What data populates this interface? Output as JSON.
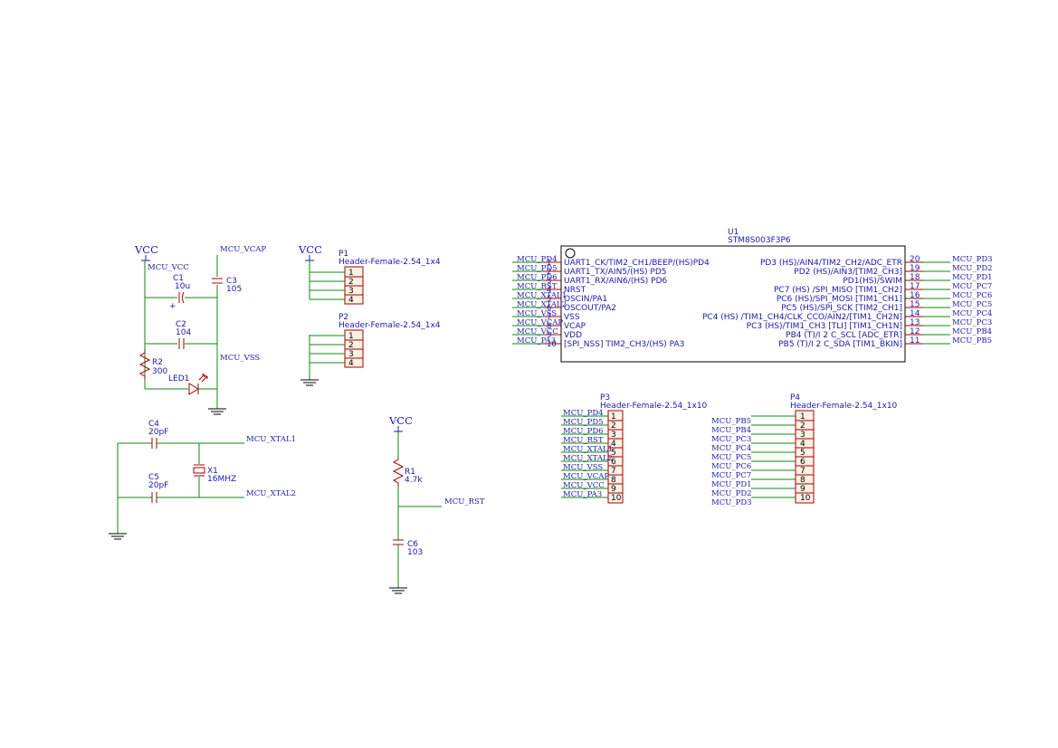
{
  "power": {
    "vcc": "VCC"
  },
  "nets": {
    "mcu_vcc": "MCU_VCC",
    "mcu_vcap": "MCU_VCAP",
    "mcu_vss": "MCU_VSS",
    "mcu_xtal1": "MCU_XTAL1",
    "mcu_xtal2": "MCU_XTAL2",
    "mcu_rst": "MCU_RST"
  },
  "components": {
    "c1": {
      "ref": "C1",
      "value": "10u"
    },
    "c2": {
      "ref": "C2",
      "value": "104"
    },
    "c3": {
      "ref": "C3",
      "value": "105"
    },
    "c4": {
      "ref": "C4",
      "value": "20pF"
    },
    "c5": {
      "ref": "C5",
      "value": "20pF"
    },
    "c6": {
      "ref": "C6",
      "value": "103"
    },
    "r1": {
      "ref": "R1",
      "value": "4.7k"
    },
    "r2": {
      "ref": "R2",
      "value": "300"
    },
    "led1": {
      "ref": "LED1"
    },
    "x1": {
      "ref": "X1",
      "value": "16MHZ"
    },
    "p1": {
      "ref": "P1",
      "value": "Header-Female-2.54_1x4",
      "pins": [
        "1",
        "2",
        "3",
        "4"
      ]
    },
    "p2": {
      "ref": "P2",
      "value": "Header-Female-2.54_1x4",
      "pins": [
        "1",
        "2",
        "3",
        "4"
      ]
    },
    "p3": {
      "ref": "P3",
      "value": "Header-Female-2.54_1x10",
      "pins": [
        "1",
        "2",
        "3",
        "4",
        "5",
        "6",
        "7",
        "8",
        "9",
        "10"
      ],
      "nets": [
        "MCU_PD4",
        "MCU_PD5",
        "MCU_PD6",
        "MCU_RST",
        "MCU_XTAL1",
        "MCU_XTAL2",
        "MCU_VSS",
        "MCU_VCAP",
        "MCU_VCC",
        "MCU_PA3"
      ]
    },
    "p4": {
      "ref": "P4",
      "value": "Header-Female-2.54_1x10",
      "pins": [
        "1",
        "2",
        "3",
        "4",
        "5",
        "6",
        "7",
        "8",
        "9",
        "10"
      ],
      "nets": [
        "MCU_PB5",
        "MCU_PB4",
        "MCU_PC3",
        "MCU_PC4",
        "MCU_PC5",
        "MCU_PC6",
        "MCU_PC7",
        "MCU_PD1",
        "MCU_PD2",
        "MCU_PD3"
      ]
    }
  },
  "u1": {
    "ref": "U1",
    "value": "STM8S003F3P6",
    "left_pins": [
      {
        "num": "1",
        "name": "UART1_CK/TIM2_CH1/BEEP/(HS)PD4",
        "net": "MCU_PD4"
      },
      {
        "num": "2",
        "name": "UART1_TX/AIN5/(HS) PD5",
        "net": "MCU_PD5"
      },
      {
        "num": "3",
        "name": "UART1_RX/AIN6/(HS) PD6",
        "net": "MCU_PD6"
      },
      {
        "num": "4",
        "name": "NRST",
        "net": "MCU_RST"
      },
      {
        "num": "5",
        "name": "OSCIN/PA1",
        "net": "MCU_XTAL1"
      },
      {
        "num": "6",
        "name": "OSCOUT/PA2",
        "net": "MCU_XTAL2"
      },
      {
        "num": "7",
        "name": "VSS",
        "net": "MCU_VSS"
      },
      {
        "num": "8",
        "name": "VCAP",
        "net": "MCU_VCAP"
      },
      {
        "num": "9",
        "name": "VDD",
        "net": "MCU_VCC"
      },
      {
        "num": "10",
        "name": "[SPI_NSS] TIM2_CH3/(HS) PA3",
        "net": "MCU_PA3"
      }
    ],
    "right_pins": [
      {
        "num": "20",
        "name": "PD3 (HS)/AIN4/TIM2_CH2/ADC_ETR",
        "net": "MCU_PD3"
      },
      {
        "num": "19",
        "name": "PD2 (HS)/AIN3/[TIM2_CH3]",
        "net": "MCU_PD2"
      },
      {
        "num": "18",
        "name": "PD1(HS)/SWIM",
        "net": "MCU_PD1"
      },
      {
        "num": "17",
        "name": "PC7 (HS) /SPI_MISO [TIM1_CH2]",
        "net": "MCU_PC7"
      },
      {
        "num": "16",
        "name": "PC6 (HS)/SPI_MOSI [TIM1_CH1]",
        "net": "MCU_PC6"
      },
      {
        "num": "15",
        "name": "PC5 (HS)/SPI_SCK [TIM2_CH1]",
        "net": "MCU_PC5"
      },
      {
        "num": "14",
        "name": "PC4 (HS) /TIM1_CH4/CLK_CCO/AIN2/[TIM1_CH2N]",
        "net": "MCU_PC4"
      },
      {
        "num": "13",
        "name": "PC3 (HS)/TIM1_CH3 [TLI] [TIM1_CH1N]",
        "net": "MCU_PC3"
      },
      {
        "num": "12",
        "name": "PB4 (T)/I 2 C_SCL [ADC_ETR]",
        "net": "MCU_PB4"
      },
      {
        "num": "11",
        "name": "PB5 (T)/I 2 C_SDA [TIM1_BKIN]",
        "net": "MCU_PB5"
      }
    ]
  }
}
